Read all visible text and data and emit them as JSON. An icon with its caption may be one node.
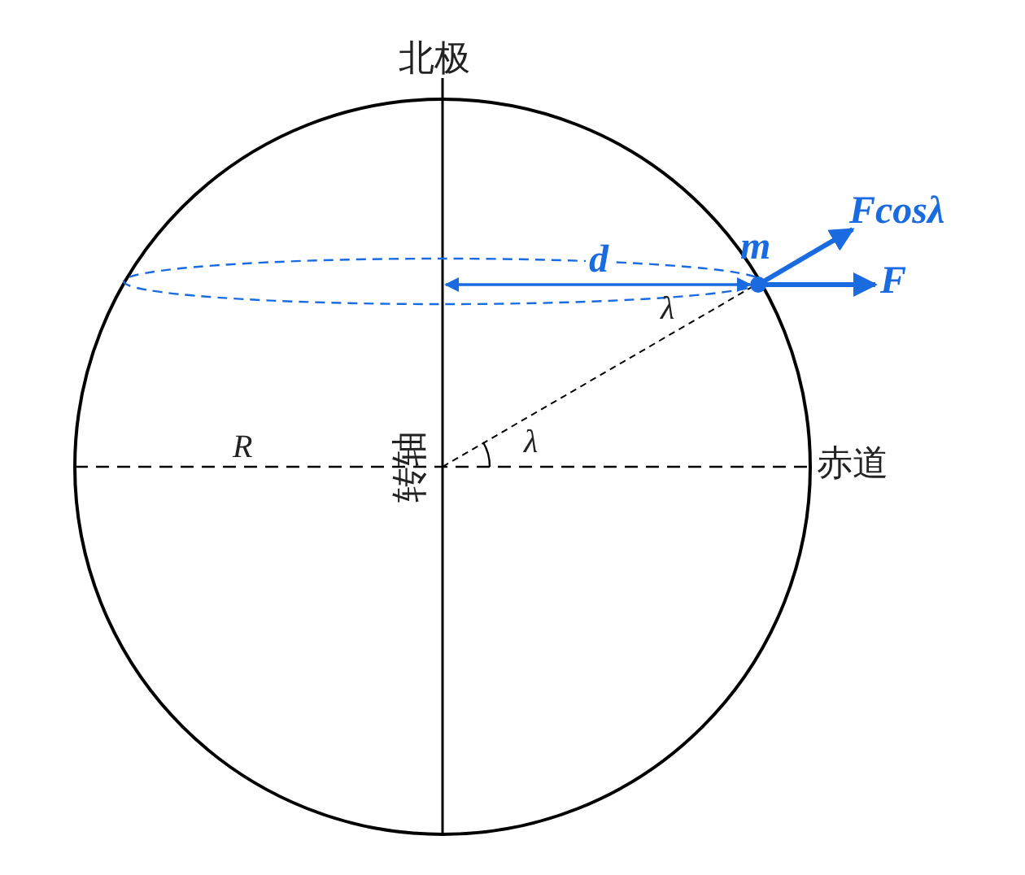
{
  "diagram": {
    "labels": [
      "北极",
      "m",
      "Fcosλ",
      "d",
      "F",
      "λ",
      "R",
      "转轴",
      "λ",
      "赤道"
    ]
  }
}
